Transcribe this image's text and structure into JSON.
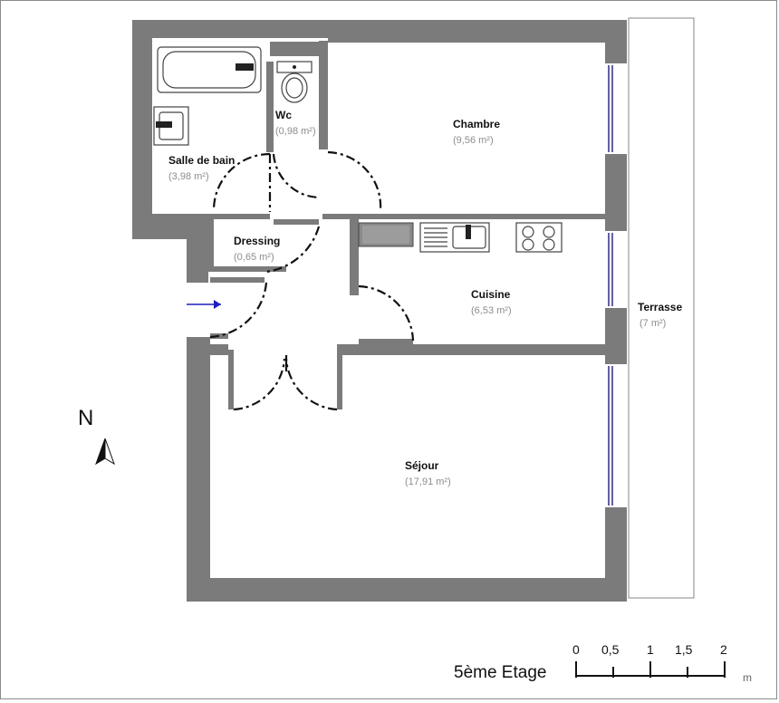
{
  "rooms": {
    "salle_de_bain": {
      "name": "Salle de bain",
      "area": "(3,98 m²)"
    },
    "wc": {
      "name": "Wc",
      "area": "(0,98 m²)"
    },
    "chambre": {
      "name": "Chambre",
      "area": "(9,56 m²)"
    },
    "dressing": {
      "name": "Dressing",
      "area": "(0,65 m²)"
    },
    "cuisine": {
      "name": "Cuisine",
      "area": "(6,53 m²)"
    },
    "sejour": {
      "name": "Séjour",
      "area": "(17,91 m²)"
    },
    "terrasse": {
      "name": "Terrasse",
      "area": "(7 m²)"
    }
  },
  "compass": {
    "label": "N"
  },
  "floor": {
    "label": "5ème Etage"
  },
  "scale": {
    "ticks": [
      "0",
      "0,5",
      "1",
      "1,5",
      "2"
    ],
    "unit": "m"
  },
  "colors": {
    "wall": "#7b7b7b",
    "window": "#3a3a8c",
    "entrance_arrow": "#1f1fbf"
  }
}
